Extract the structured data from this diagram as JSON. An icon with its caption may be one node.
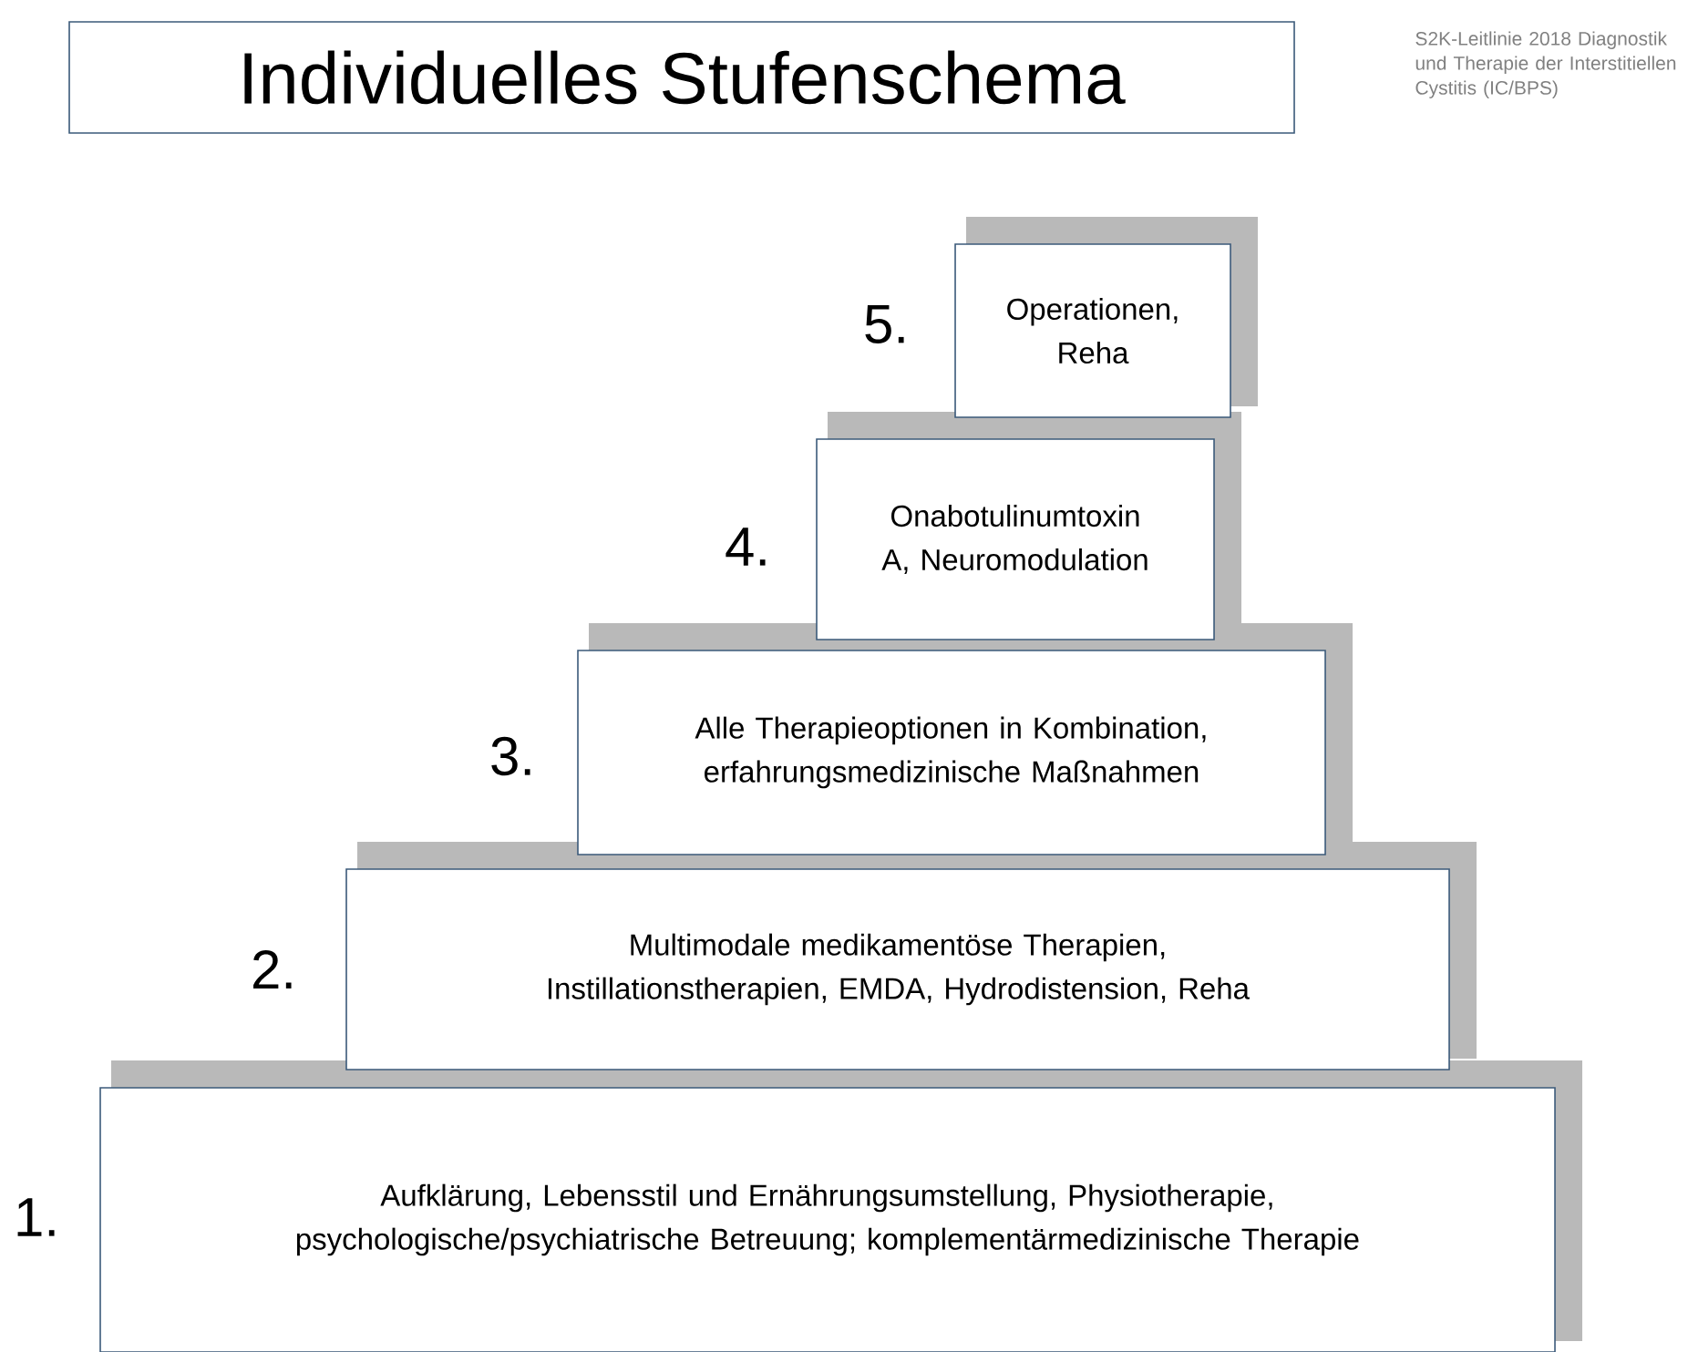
{
  "diagram": {
    "title": "Individuelles Stufenschema",
    "nodes": [
      {
        "text": [
          "Operationen, Reha"
        ],
        "beside": [
          "5."
        ]
      },
      {
        "text": [
          "Onabotulinumtoxin A, Neuromodulation"
        ],
        "beside": [
          "4."
        ]
      },
      {
        "text": [
          "Alle Therapieoptionen in Kombination, erfahrungsmedizinische Maßnahmen"
        ],
        "beside": [
          "3."
        ]
      },
      {
        "text": [
          "Multimodale medikamentöse Therapien, Instillationstherapien, EMDA, Hydrodistension, Reha"
        ],
        "beside": [
          "2."
        ]
      },
      {
        "text": [
          "Aufklärung, Lebensstil und Ernährungsumstellung, Physiotherapie, psychologische/psychiatrische Betreuung; komplementärmedizinische Therapie"
        ],
        "beside": [
          "1."
        ]
      }
    ],
    "labels": [
      "S2K-Leitlinie 2018 Diagnostik und Therapie der Interstitiellen Cystitis (IC/BPS)"
    ]
  }
}
